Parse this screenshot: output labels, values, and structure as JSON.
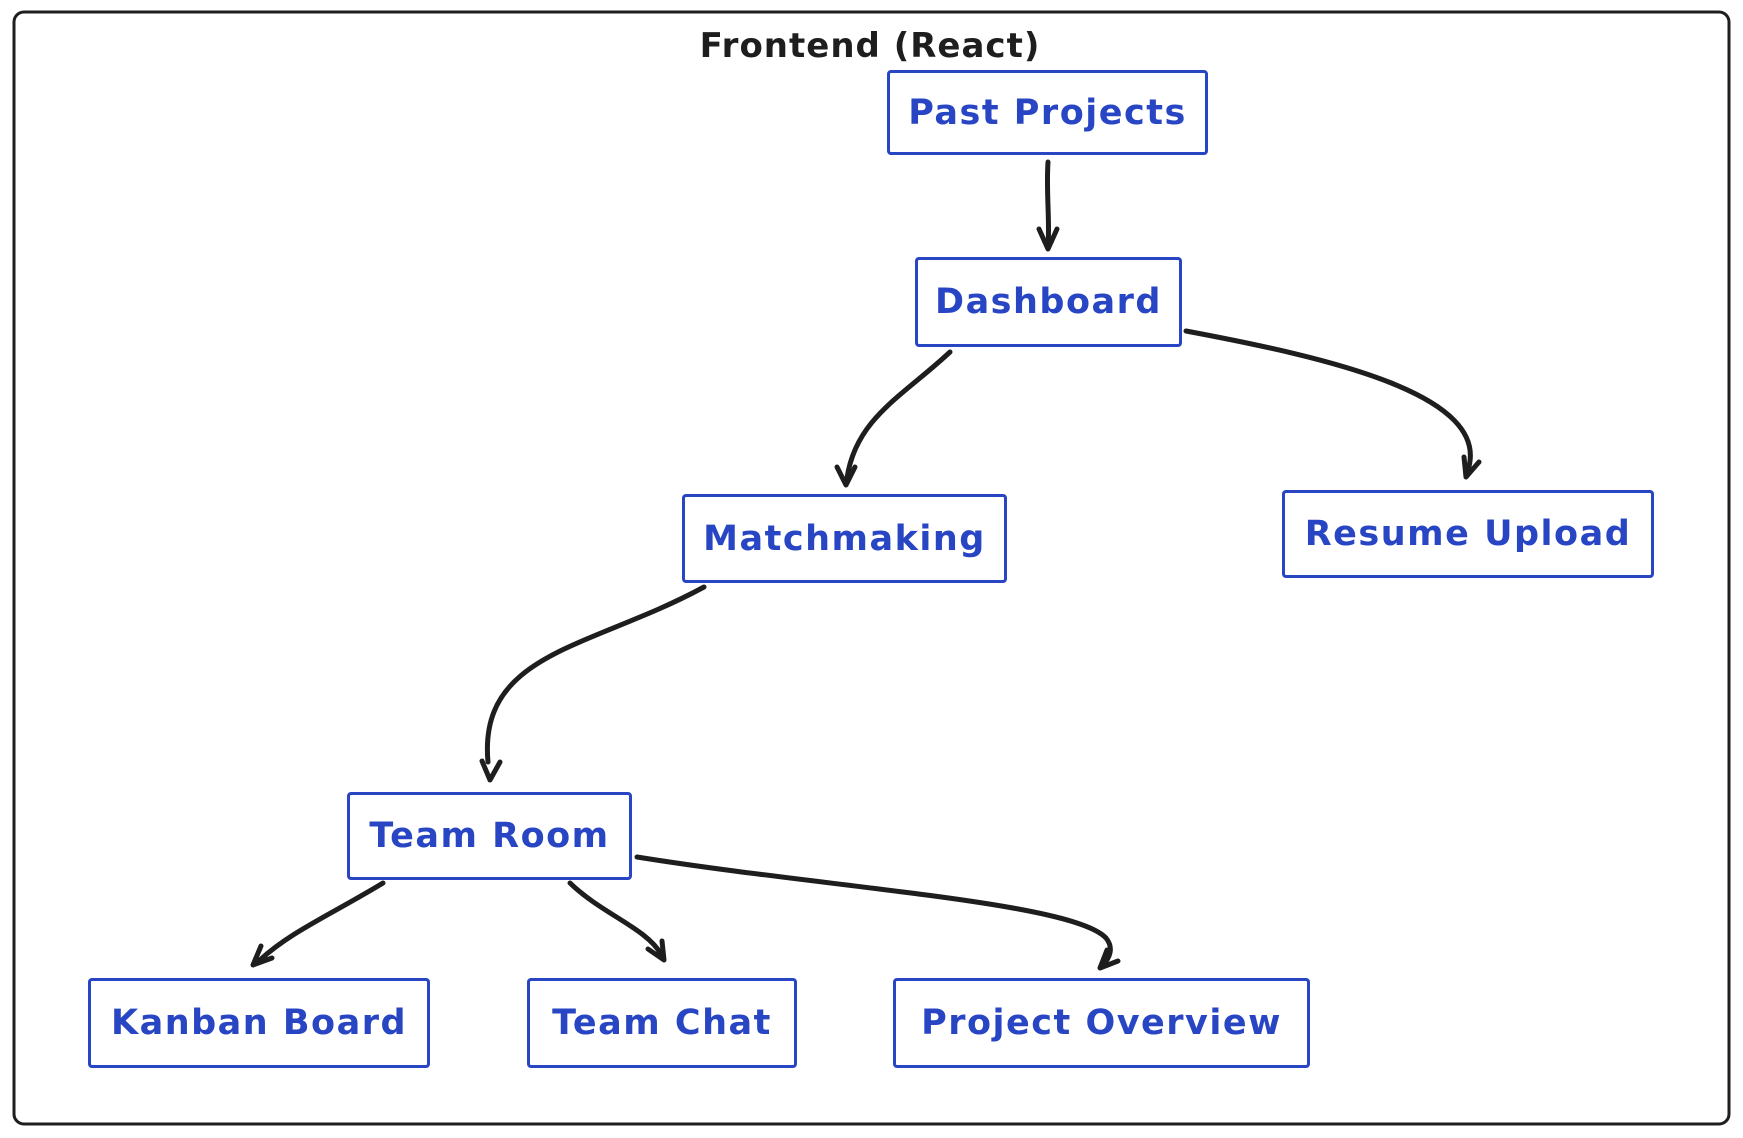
{
  "diagram": {
    "title": "Frontend (React)",
    "type": "flowchart",
    "colors": {
      "background": "#ffffff",
      "frame": "#1e1e1e",
      "title-color": "#1e1e1e",
      "arrow": "#1e1e1e",
      "node-stroke": "#2845c4",
      "node-text": "#2845c4"
    },
    "nodes": [
      {
        "id": "past-projects",
        "label": "Past Projects"
      },
      {
        "id": "dashboard",
        "label": "Dashboard"
      },
      {
        "id": "matchmaking",
        "label": "Matchmaking"
      },
      {
        "id": "resume-upload",
        "label": "Resume Upload"
      },
      {
        "id": "team-room",
        "label": "Team Room"
      },
      {
        "id": "kanban-board",
        "label": "Kanban Board"
      },
      {
        "id": "team-chat",
        "label": "Team Chat"
      },
      {
        "id": "project-overview",
        "label": "Project Overview"
      }
    ],
    "edges": [
      {
        "from": "past-projects",
        "to": "dashboard"
      },
      {
        "from": "dashboard",
        "to": "matchmaking"
      },
      {
        "from": "dashboard",
        "to": "resume-upload"
      },
      {
        "from": "matchmaking",
        "to": "team-room"
      },
      {
        "from": "team-room",
        "to": "kanban-board"
      },
      {
        "from": "team-room",
        "to": "team-chat"
      },
      {
        "from": "team-room",
        "to": "project-overview"
      }
    ]
  }
}
